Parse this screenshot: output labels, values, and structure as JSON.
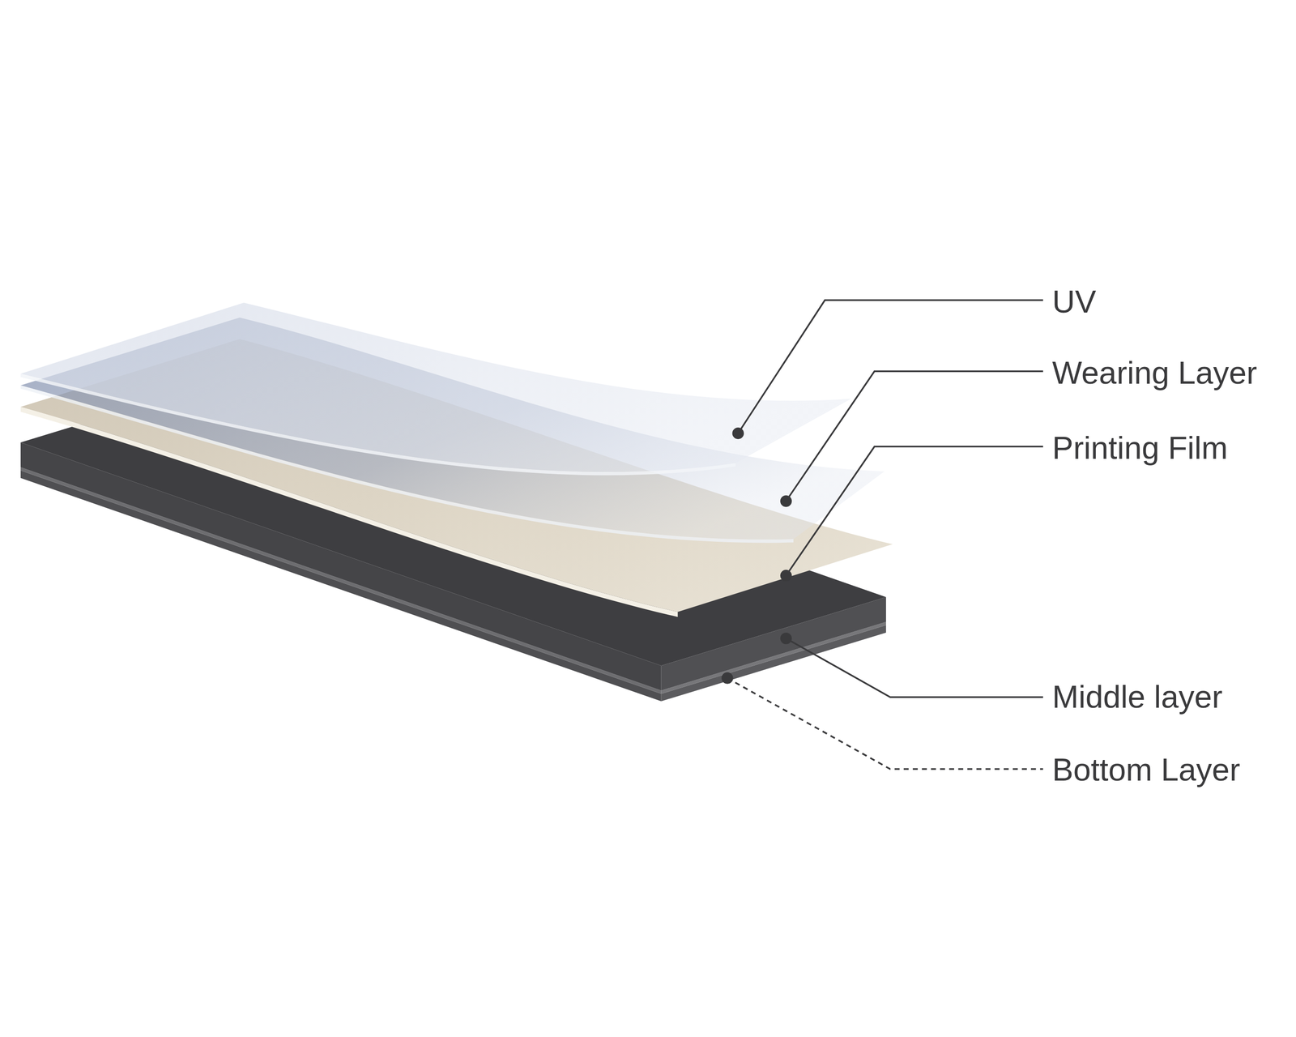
{
  "diagram": {
    "labels": [
      "UV",
      "Wearing Layer",
      "Printing Film",
      "Middle layer",
      "Bottom Layer"
    ]
  }
}
